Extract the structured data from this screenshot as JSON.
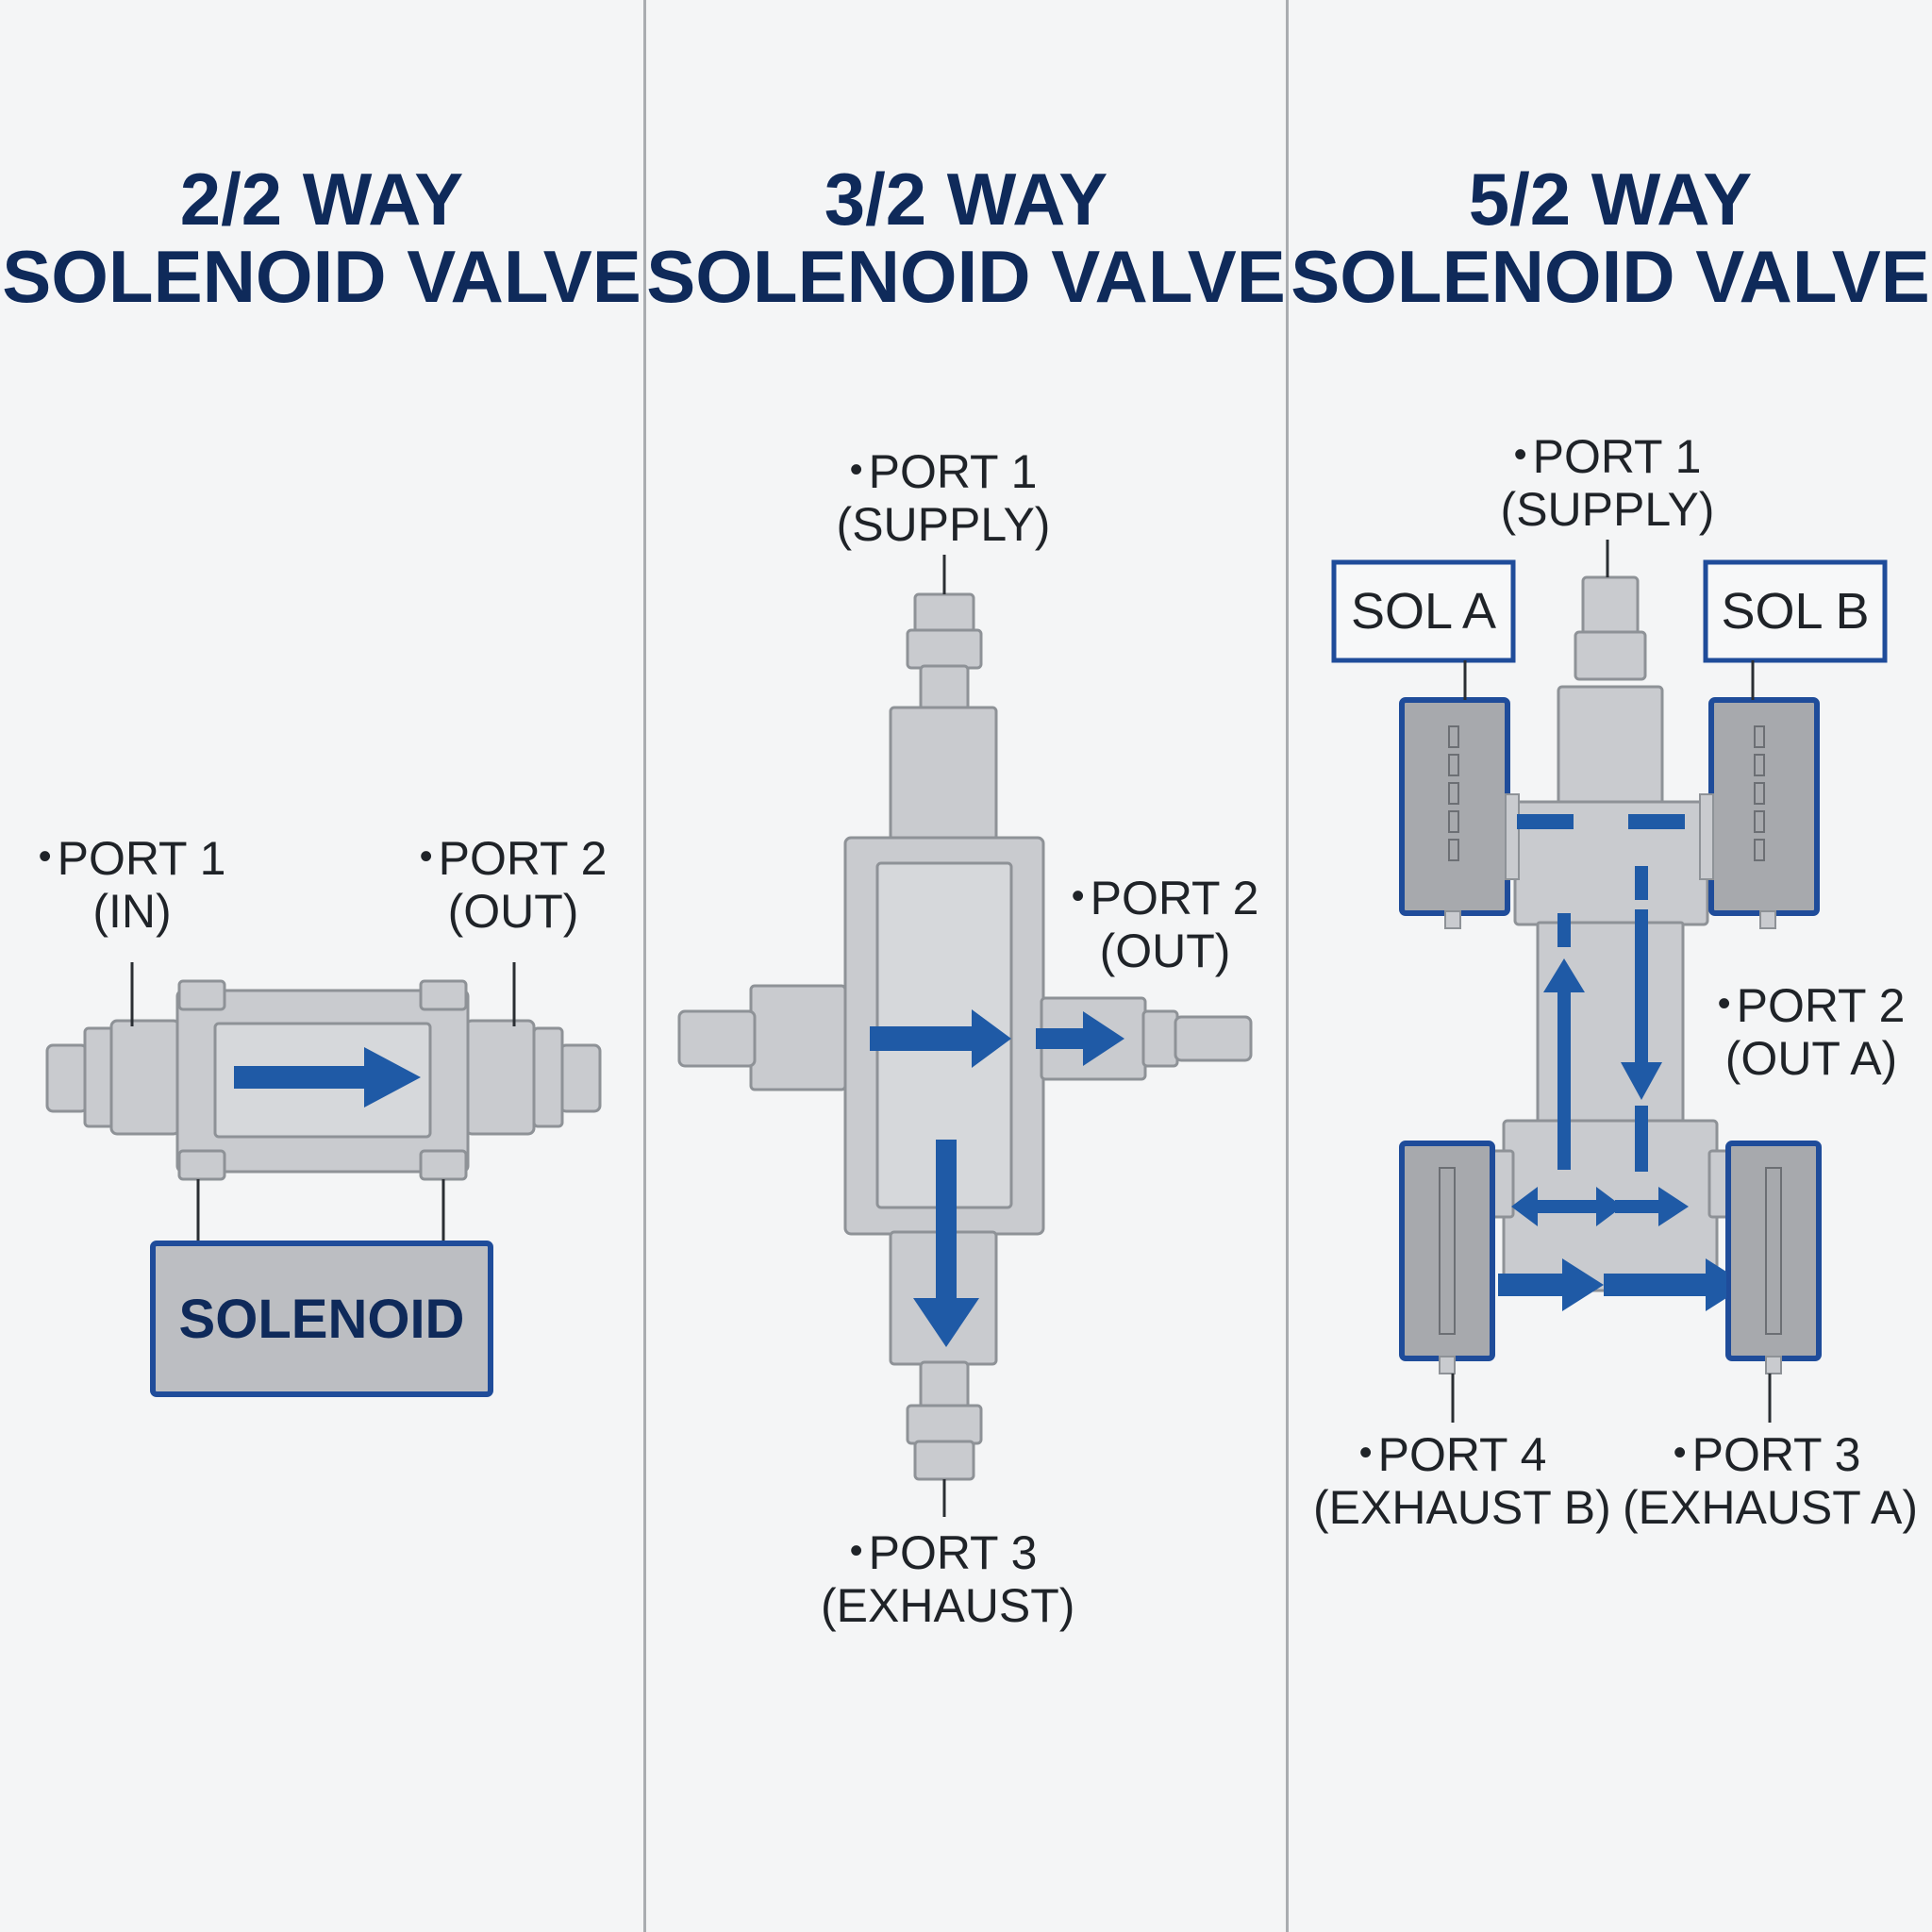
{
  "colors": {
    "title": "#0f2a5a",
    "accent_blue": "#1f5aa6",
    "body_gray": "#c9cbcf",
    "outline_gray": "#8e9297",
    "background": "#f4f5f6"
  },
  "panels": [
    {
      "title_line1": "2/2 WAY",
      "title_line2": "SOLENOID VALVE",
      "labels": {
        "port1_name": "PORT 1",
        "port1_desc": "(IN)",
        "port2_name": "PORT 2",
        "port2_desc": "(OUT)",
        "solenoid": "SOLENOID"
      }
    },
    {
      "title_line1": "3/2 WAY",
      "title_line2": "SOLENOID VALVE",
      "labels": {
        "port1_name": "PORT 1",
        "port1_desc": "(SUPPLY)",
        "port2_name": "PORT 2",
        "port2_desc": "(OUT)",
        "port3_name": "PORT 3",
        "port3_desc": "(EXHAUST)"
      }
    },
    {
      "title_line1": "5/2 WAY",
      "title_line2": "SOLENOID VALVE",
      "labels": {
        "port1_name": "PORT 1",
        "port1_desc": "(SUPPLY)",
        "sol_a": "SOL A",
        "sol_b": "SOL B",
        "port2_name": "PORT 2",
        "port2_desc": "(OUT A)",
        "port4_name": "PORT 4",
        "port4_desc": "(EXHAUST B)",
        "port3_name": "PORT 3",
        "port3_desc": "(EXHAUST A)"
      }
    }
  ],
  "icons": {
    "bullet": "•"
  }
}
